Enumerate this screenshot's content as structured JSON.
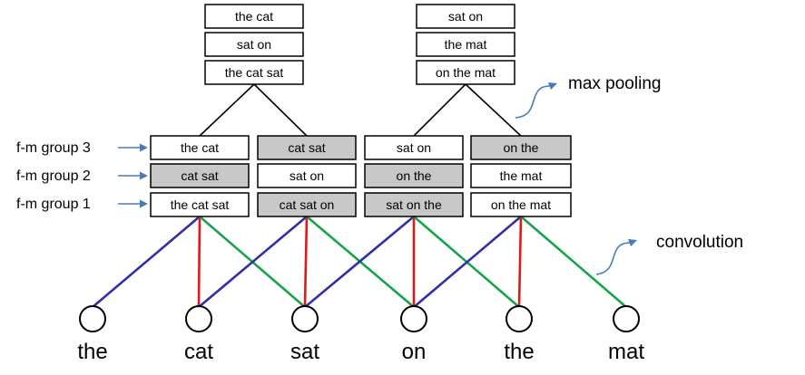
{
  "colors": {
    "blue_edge": "#2f2fa8",
    "red_edge": "#e01818",
    "green_edge": "#16a34a",
    "arrow": "#4a7ab8",
    "shaded_box": "#c8c8c8"
  },
  "words": [
    "the",
    "cat",
    "sat",
    "on",
    "the",
    "mat"
  ],
  "groups": [
    "f-m group 3",
    "f-m group 2",
    "f-m group 1"
  ],
  "feature_columns": [
    {
      "cells": [
        {
          "text": "the cat",
          "shaded": false
        },
        {
          "text": "cat sat",
          "shaded": true
        },
        {
          "text": "the cat sat",
          "shaded": false
        }
      ]
    },
    {
      "cells": [
        {
          "text": "cat sat",
          "shaded": true
        },
        {
          "text": "sat on",
          "shaded": false
        },
        {
          "text": "cat sat on",
          "shaded": true
        }
      ]
    },
    {
      "cells": [
        {
          "text": "sat on",
          "shaded": false
        },
        {
          "text": "on the",
          "shaded": true
        },
        {
          "text": "sat on the",
          "shaded": true
        }
      ]
    },
    {
      "cells": [
        {
          "text": "on the",
          "shaded": true
        },
        {
          "text": "the mat",
          "shaded": false
        },
        {
          "text": "on the mat",
          "shaded": false
        }
      ]
    }
  ],
  "pooled_columns": [
    {
      "cells": [
        "the cat",
        "sat on",
        "the cat sat"
      ]
    },
    {
      "cells": [
        "sat on",
        "the mat",
        "on the mat"
      ]
    }
  ],
  "annotations": {
    "max_pooling": "max pooling",
    "convolution": "convolution"
  }
}
